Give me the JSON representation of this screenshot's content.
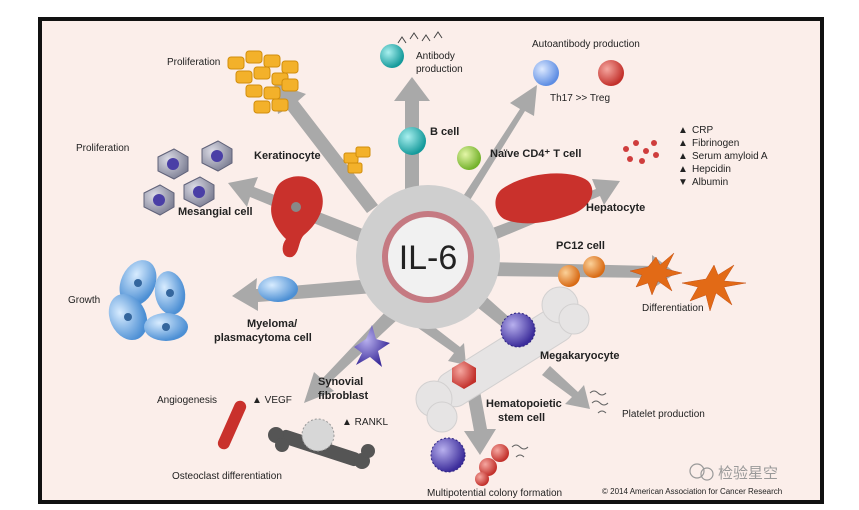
{
  "center_label": "IL-6",
  "cells": {
    "b_cell": "B cell",
    "naive_t": "Naïve CD4⁺ T cell",
    "keratinocyte": "Keratinocyte",
    "mesangial": "Mesangial cell",
    "hepatocyte": "Hepatocyte",
    "pc12": "PC12 cell",
    "myeloma_1": "Myeloma/",
    "myeloma_2": "plasmacytoma cell",
    "synovial_1": "Synovial",
    "synovial_2": "fibroblast",
    "megakaryocyte": "Megakaryocyte",
    "hsc_1": "Hematopoietic",
    "hsc_2": "stem cell"
  },
  "outcomes": {
    "proliferation_top": "Proliferation",
    "proliferation_left": "Proliferation",
    "antibody_1": "Antibody",
    "antibody_2": "production",
    "autoantibody": "Autoantibody production",
    "th17": "Th17 >> Treg",
    "growth": "Growth",
    "differentiation": "Differentiation",
    "angiogenesis": "Angiogenesis",
    "vegf": "▲ VEGF",
    "rankl": "▲ RANKL",
    "osteoclast": "Osteoclast differentiation",
    "platelet": "Platelet production",
    "multipotential": "Multipotential colony formation"
  },
  "acute_phase": [
    {
      "marker": "▲",
      "label": "CRP"
    },
    {
      "marker": "▲",
      "label": "Fibrinogen"
    },
    {
      "marker": "▲",
      "label": "Serum amyloid A"
    },
    {
      "marker": "▲",
      "label": "Hepcidin"
    },
    {
      "marker": "▼",
      "label": "Albumin"
    }
  ],
  "copyright": "© 2014 American Association for Cancer Research",
  "watermark": "检验星空",
  "colors": {
    "background": "#fbeeea",
    "arrow": "#a9a9a9",
    "hub": "#cfcfcf",
    "center_ring": "#c57a82",
    "accent_red": "#c9312c"
  }
}
